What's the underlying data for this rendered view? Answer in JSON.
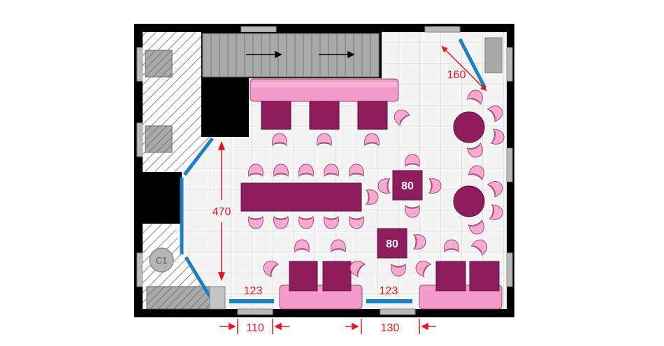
{
  "colors": {
    "wall": "#000000",
    "floor": "#f4f4f4",
    "grid": "#d0d0d0",
    "stairs": "#a9a9a9",
    "hatch": "#6a6a6a",
    "sofa": "#f49bcb",
    "table": "#8f1d5e",
    "chair_fill": "#f7a9d1",
    "chair_stroke": "#9a4a73",
    "glass": "#1d7fc4",
    "dimension": "#e8161b",
    "column": "#b5b5b5"
  },
  "icons": [
    "stair-arrow-icon",
    "stair-arrow-icon"
  ],
  "column": {
    "label": "C1"
  },
  "tables": [
    {
      "name": "small-table-upper",
      "label": "80"
    },
    {
      "name": "small-table-lower",
      "label": "80"
    }
  ],
  "dimensions": {
    "door_swing": "160",
    "room_depth": "470",
    "window_left": "123",
    "window_right": "123",
    "opening_left": "110",
    "opening_right": "130"
  }
}
